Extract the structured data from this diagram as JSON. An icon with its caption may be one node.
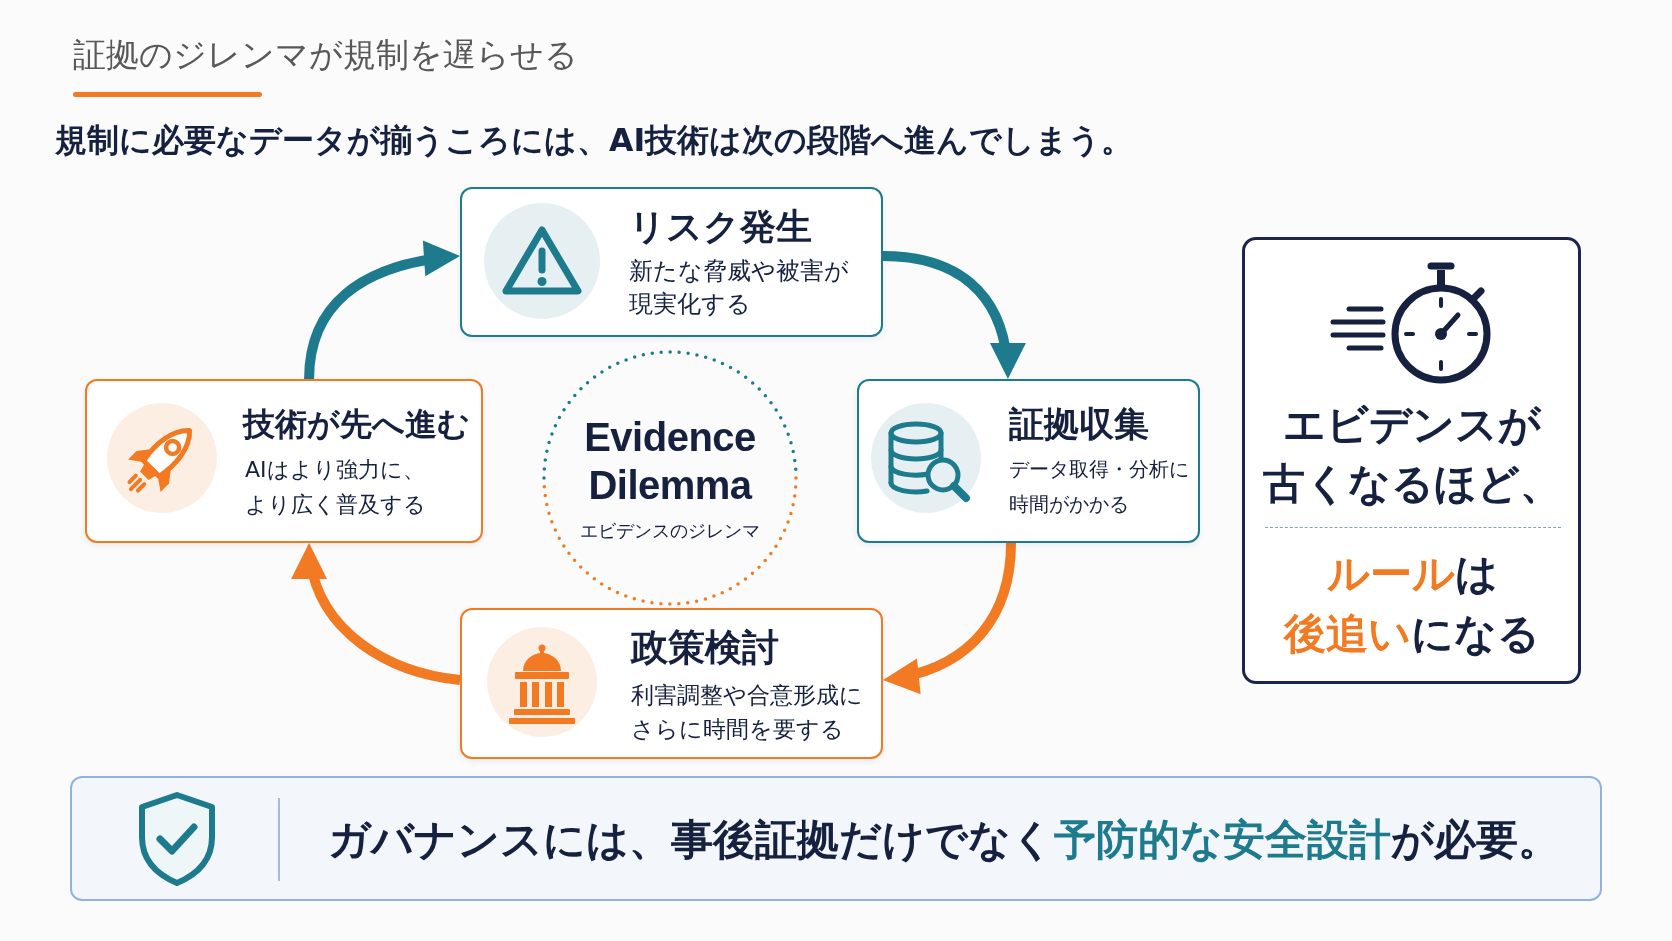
{
  "diagram": {
    "title": "証拠のジレンマが規制を遅らせる",
    "nodes": [
      {
        "text": [
          "リスク発生",
          "新たな脅威や被害が現実化する"
        ]
      },
      {
        "text": [
          "証拠収集",
          "データ取得・分析に時間がかかる"
        ]
      },
      {
        "text": [
          "政策検討",
          "利害調整や合意形成にさらに時間を要する"
        ]
      },
      {
        "text": [
          "技術が先へ進む",
          "AIはより強力に、より広く普及する"
        ]
      },
      {
        "text": [
          "Evidence Dilemma",
          "エビデンスのジレンマ"
        ]
      },
      {
        "text": [
          "エビデンスが古くなるほど、",
          "**ルール**は**後追い**になる"
        ]
      },
      {
        "text": [
          "ガバナンスには、事後証拠だけでなく**予防的な安全設計**が必要。"
        ]
      }
    ],
    "edges": [
      {
        "from": 3,
        "to": 0,
        "arrow": "to",
        "color": "#1d7b8d"
      },
      {
        "from": 0,
        "to": 1,
        "arrow": "to",
        "color": "#1d7b8d"
      },
      {
        "from": 1,
        "to": 2,
        "arrow": "to",
        "color": "#f17a22"
      },
      {
        "from": 2,
        "to": 3,
        "arrow": "to",
        "color": "#f17a22"
      }
    ],
    "labels": [
      "規制に必要なデータが揃うころには、AI技術は次の段階へ進んでしまう。"
    ]
  }
}
